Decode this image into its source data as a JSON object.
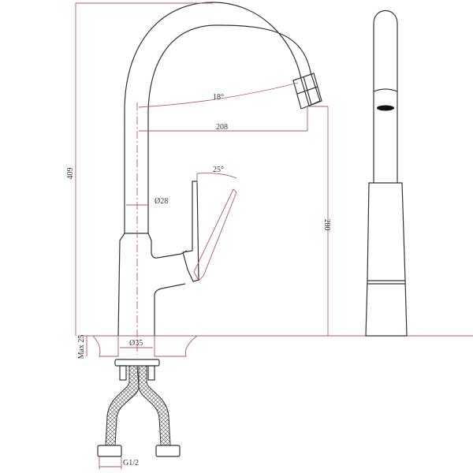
{
  "drawing": {
    "title": "Kitchen faucet technical drawing",
    "colors": {
      "outline": "#333333",
      "dimension": "#b05a6a",
      "hatch": "#c0707a",
      "background": "#ffffff"
    },
    "dimensions": {
      "overall_height": "409",
      "spout_angle": "18°",
      "spout_reach": "208",
      "handle_angle": "25°",
      "body_diameter": "Ø28",
      "spout_height": "280",
      "max_deck_thickness": "Max 25",
      "mounting_hole": "Ø35",
      "connection_thread": "G1/2"
    },
    "views": [
      "front-view",
      "side-view"
    ]
  }
}
